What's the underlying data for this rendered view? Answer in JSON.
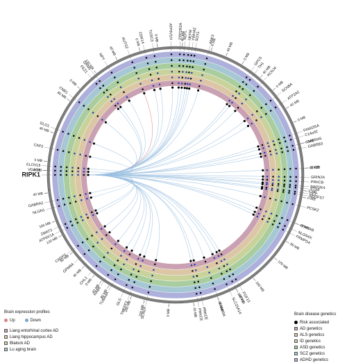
{
  "focal_gene": "RIPK1",
  "track_colors": {
    "AD genetics": "#c9a1b2",
    "ALS genetics": "#dcc6a5",
    "ID genetics": "#c8d29a",
    "ASD genetics": "#a9cd9e",
    "SCZ genetics": "#a6c7d4",
    "ADHD genetics": "#aeb0dc"
  },
  "link_colors": {
    "down": "#9bbfe0",
    "up": "#d98080"
  },
  "genes": [
    {
      "name": "RIPK1",
      "angle": 270,
      "dir": "none"
    },
    {
      "name": "VDAC1",
      "angle": 272,
      "dir": "down"
    },
    {
      "name": "ELOVL6",
      "angle": 274,
      "dir": "down"
    },
    {
      "name": "CAP2",
      "angle": 282,
      "dir": "down"
    },
    {
      "name": "GLO1",
      "angle": 291,
      "dir": "down"
    },
    {
      "name": "CNR1",
      "angle": 307,
      "dir": "down"
    },
    {
      "name": "FEZ1",
      "angle": 319,
      "dir": "down"
    },
    {
      "name": "GRM1",
      "angle": 321,
      "dir": "down"
    },
    {
      "name": "NPY",
      "angle": 328,
      "dir": "down"
    },
    {
      "name": "AUTS2",
      "angle": 339,
      "dir": "up"
    },
    {
      "name": "CDK14",
      "angle": 346,
      "dir": "down"
    },
    {
      "name": "TUSC3",
      "angle": 350,
      "dir": "down"
    },
    {
      "name": "ATP6V1H",
      "angle": 358,
      "dir": "down"
    },
    {
      "name": "PPP2R2A",
      "angle": 2,
      "dir": "down"
    },
    {
      "name": "NEFL",
      "angle": 4,
      "dir": "down"
    },
    {
      "name": "NEFM",
      "angle": 6,
      "dir": "down"
    },
    {
      "name": "YWHAZ",
      "angle": 7.5,
      "dir": "down"
    },
    {
      "name": "SOX1",
      "angle": 9,
      "dir": "down"
    },
    {
      "name": "ANK3",
      "angle": 15,
      "dir": "down"
    },
    {
      "name": "GPC5",
      "angle": 36,
      "dir": "down"
    },
    {
      "name": "TH1",
      "angle": 38,
      "dir": "down"
    },
    {
      "name": "KCNJ4",
      "angle": 43,
      "dir": "down"
    },
    {
      "name": "SCN8A",
      "angle": 52,
      "dir": "down"
    },
    {
      "name": "ATP2A2",
      "angle": 56,
      "dir": "down"
    },
    {
      "name": "FAM155A",
      "angle": 71,
      "dir": "down"
    },
    {
      "name": "C14orf2",
      "angle": 73,
      "dir": "down"
    },
    {
      "name": "GABRA5",
      "angle": 76,
      "dir": "down"
    },
    {
      "name": "GABRB3",
      "angle": 78,
      "dir": "down"
    },
    {
      "name": "SV2B",
      "angle": 87,
      "dir": "down"
    },
    {
      "name": "GRIN2A",
      "angle": 91,
      "dir": "down"
    },
    {
      "name": "PRKCB",
      "angle": 93,
      "dir": "down"
    },
    {
      "name": "MAP2K4",
      "angle": 95,
      "dir": "down"
    },
    {
      "name": "STX8",
      "angle": 96,
      "dir": "down"
    },
    {
      "name": "DCC",
      "angle": 98,
      "dir": "down"
    },
    {
      "name": "NDUFS7",
      "angle": 99,
      "dir": "down"
    },
    {
      "name": "PCSK2",
      "angle": 104,
      "dir": "down"
    },
    {
      "name": "YWHAB",
      "angle": 112,
      "dir": "down"
    },
    {
      "name": "NLGN4X",
      "angle": 115,
      "dir": "down"
    },
    {
      "name": "FRMPD4",
      "angle": 117,
      "dir": "down"
    },
    {
      "name": "FGF13",
      "angle": 150,
      "dir": "down"
    },
    {
      "name": "AFF2",
      "angle": 152,
      "dir": "down"
    },
    {
      "name": "SLC25A14",
      "angle": 155,
      "dir": "down"
    },
    {
      "name": "FAM49A",
      "angle": 161,
      "dir": "down"
    },
    {
      "name": "PRKCE",
      "angle": 168,
      "dir": "down"
    },
    {
      "name": "PRKCE",
      "angle": 170,
      "dir": "down"
    },
    {
      "name": "SCN2A",
      "angle": 193,
      "dir": "down"
    },
    {
      "name": "TMEFF2",
      "angle": 201,
      "dir": "down"
    },
    {
      "name": "GLS",
      "angle": 204,
      "dir": "down"
    },
    {
      "name": "TUBA4A",
      "angle": 210,
      "dir": "down"
    },
    {
      "name": "RAB8",
      "angle": 214,
      "dir": "down"
    },
    {
      "name": "CHL1",
      "angle": 221,
      "dir": "down"
    },
    {
      "name": "GPM6A",
      "angle": 229,
      "dir": "down"
    },
    {
      "name": "CADPS",
      "angle": 234,
      "dir": "down"
    },
    {
      "name": "ATP6V1A",
      "angle": 244,
      "dir": "down"
    },
    {
      "name": "ZMAT3",
      "angle": 246,
      "dir": "down"
    },
    {
      "name": "NLGN1",
      "angle": 255,
      "dir": "down"
    },
    {
      "name": "GABRA2",
      "angle": 258,
      "dir": "down"
    }
  ],
  "scale_ticks": [
    {
      "angle": 262,
      "label": "40 MB"
    },
    {
      "angle": 272,
      "label": "0 MB"
    },
    {
      "angle": 276,
      "label": "0 MB"
    },
    {
      "angle": 289,
      "label": "40 MB"
    },
    {
      "angle": 305,
      "label": "80 MB"
    },
    {
      "angle": 312,
      "label": "0 MB"
    },
    {
      "angle": 322,
      "label": "120 MB"
    },
    {
      "angle": 333,
      "label": "40 MB"
    },
    {
      "angle": 344,
      "label": "0 MB"
    },
    {
      "angle": 352,
      "label": "0 MB"
    },
    {
      "angle": 3,
      "label": "40 MB"
    },
    {
      "angle": 16,
      "label": "0 MB"
    },
    {
      "angle": 23,
      "label": "40 MB"
    },
    {
      "angle": 31,
      "label": "0 MB"
    },
    {
      "angle": 41,
      "label": "40 MB"
    },
    {
      "angle": 49,
      "label": "0 MB"
    },
    {
      "angle": 59,
      "label": "40 MB"
    },
    {
      "angle": 66,
      "label": "0 MB"
    },
    {
      "angle": 76,
      "label": "0 MB"
    },
    {
      "angle": 87,
      "label": "40 MB"
    },
    {
      "angle": 97,
      "label": "0 MB"
    },
    {
      "angle": 100,
      "label": "0 MB"
    },
    {
      "angle": 112,
      "label": "40 MB"
    },
    {
      "angle": 121,
      "label": "80 MB"
    },
    {
      "angle": 130,
      "label": "120 MB"
    },
    {
      "angle": 143,
      "label": "160 MB"
    },
    {
      "angle": 152,
      "label": "120 MB"
    },
    {
      "angle": 161,
      "label": "80 MB"
    },
    {
      "angle": 172,
      "label": "40 MB"
    },
    {
      "angle": 183,
      "label": "0 MB"
    },
    {
      "angle": 194,
      "label": "200 MB"
    },
    {
      "angle": 200,
      "label": "160 MB"
    },
    {
      "angle": 211,
      "label": "80 MB"
    },
    {
      "angle": 215,
      "label": "40 MB"
    },
    {
      "angle": 219,
      "label": "0 MB"
    },
    {
      "angle": 225,
      "label": "40 MB"
    },
    {
      "angle": 233,
      "label": "80 MB"
    },
    {
      "angle": 242,
      "label": "120 MB"
    },
    {
      "angle": 249,
      "label": "160 MB"
    }
  ],
  "legend_left": {
    "title": "Brain expression profiles",
    "up_label": "Up",
    "down_label": "Down",
    "up_color": "#d98080",
    "down_color": "#7ea3c8",
    "tracks": [
      {
        "label": "Liang entorhinal cortex AD",
        "color": "#c9a1b2"
      },
      {
        "label": "Liang hippocampus AD",
        "color": "#dcc6a5"
      },
      {
        "label": "Blalock AD",
        "color": "#c8d29a"
      },
      {
        "label": "Lu aging brain",
        "color": "#a6c7d4"
      }
    ]
  },
  "legend_right": {
    "title": "Brain disease genetics",
    "risk_label": "Risk associated",
    "tracks": [
      {
        "label": "AD genetics",
        "color": "#c9a1b2"
      },
      {
        "label": "ALS genetics",
        "color": "#dcc6a5"
      },
      {
        "label": "ID genetics",
        "color": "#c8d29a"
      },
      {
        "label": "ASD genetics",
        "color": "#a9cd9e"
      },
      {
        "label": "SCZ genetics",
        "color": "#a6c7d4"
      },
      {
        "label": "ADHD genetics",
        "color": "#aeb0dc"
      }
    ]
  }
}
